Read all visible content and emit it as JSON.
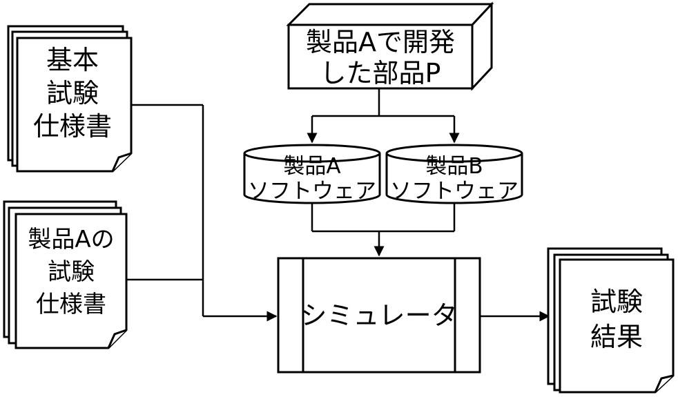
{
  "diagram": {
    "doc_basic_spec": {
      "lines": [
        "基本",
        "試験",
        "仕様書"
      ]
    },
    "doc_product_a_spec": {
      "lines": [
        "製品Aの",
        "試験",
        "仕様書"
      ]
    },
    "component_box": {
      "lines": [
        "製品Aで開発",
        "した部品P"
      ]
    },
    "db_product_a": {
      "lines": [
        "製品A",
        "ソフトウェア"
      ]
    },
    "db_product_b": {
      "lines": [
        "製品B",
        "ソフトウェア"
      ]
    },
    "simulator": {
      "label": "シミュレータ"
    },
    "doc_test_results": {
      "lines": [
        "試験",
        "結果"
      ]
    }
  }
}
